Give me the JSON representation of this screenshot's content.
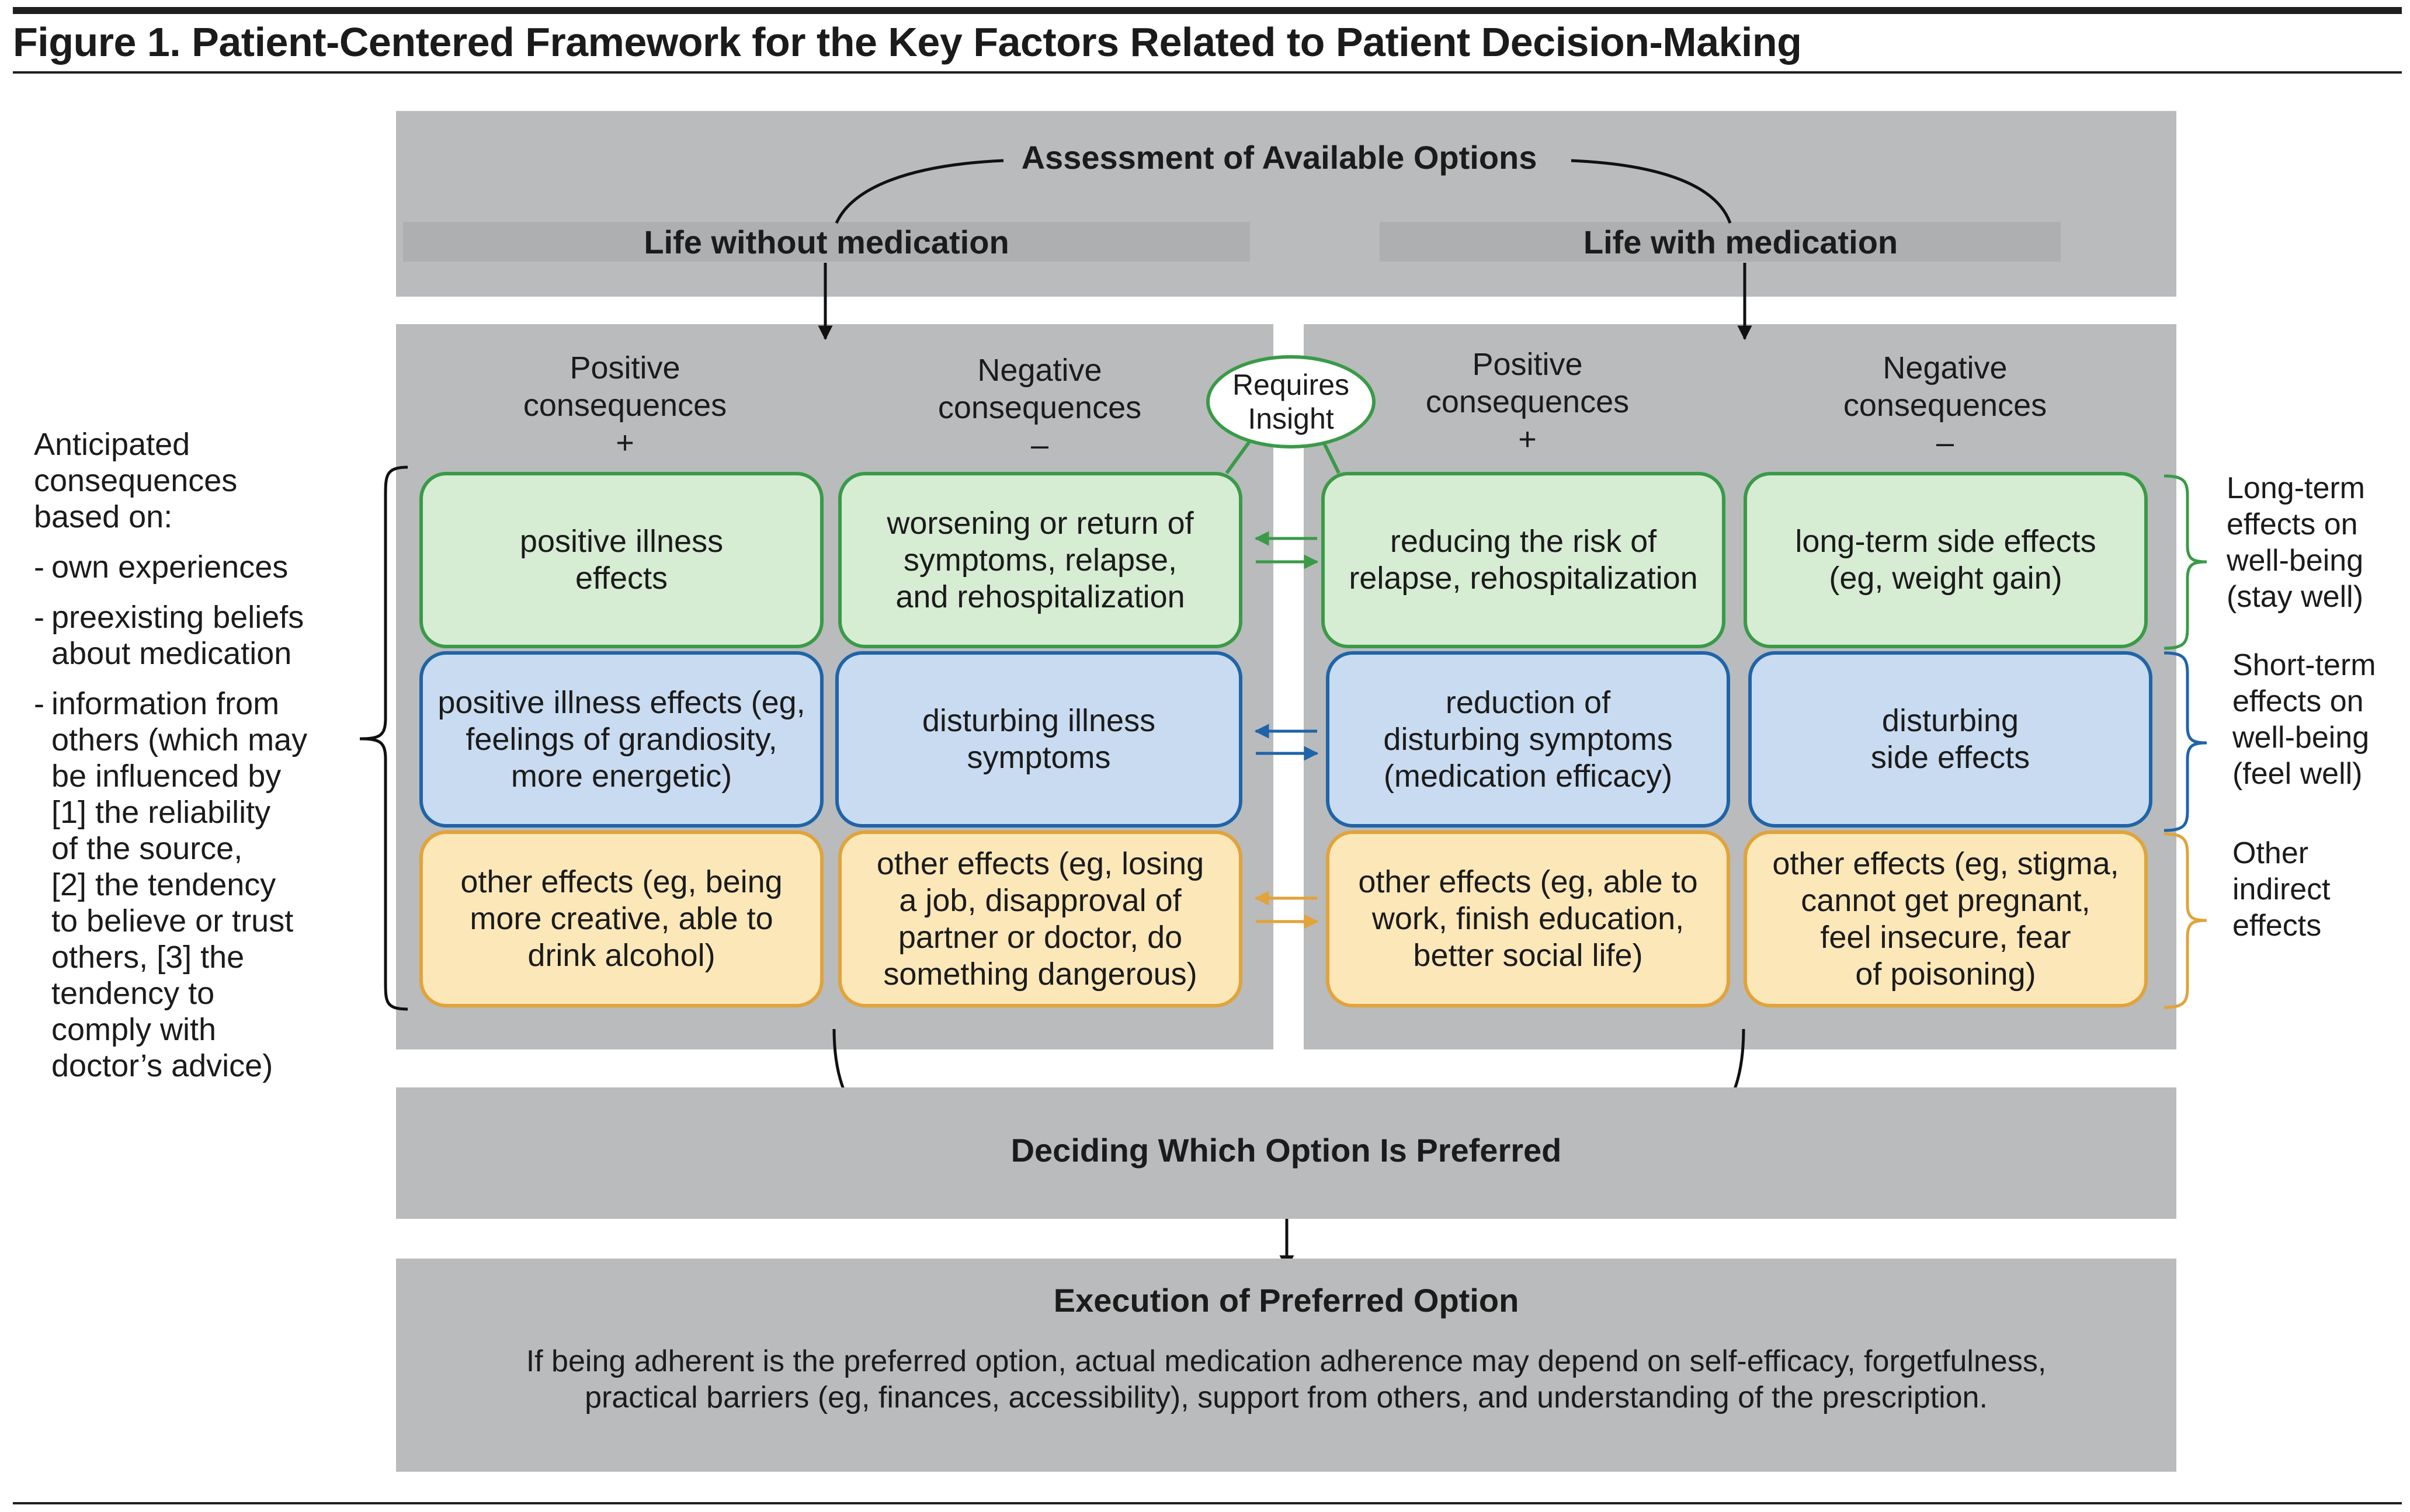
{
  "title": "Figure 1. Patient-Centered Framework for the Key Factors Related to Patient Decision-Making",
  "assessment": {
    "title": "Assessment of Available Options",
    "left_option": "Life without medication",
    "right_option": "Life with medication"
  },
  "insight_bubble": [
    "Requires",
    "Insight"
  ],
  "left_panel": {
    "positive_header": [
      "Positive",
      "consequences",
      "+"
    ],
    "negative_header": [
      "Negative",
      "consequences",
      "–"
    ],
    "boxes": {
      "green_pos": [
        "positive illness",
        "effects"
      ],
      "green_neg": [
        "worsening or return of",
        "symptoms, relapse,",
        "and rehospitalization"
      ],
      "blue_pos": [
        "positive illness effects (eg,",
        "feelings of grandiosity,",
        "more energetic)"
      ],
      "blue_neg": [
        "disturbing illness",
        "symptoms"
      ],
      "yellow_pos": [
        "other effects (eg, being",
        "more creative, able to",
        "drink alcohol)"
      ],
      "yellow_neg": [
        "other effects (eg, losing",
        "a job, disapproval of",
        "partner or doctor, do",
        "something dangerous)"
      ]
    }
  },
  "right_panel": {
    "positive_header": [
      "Positive",
      "consequences",
      "+"
    ],
    "negative_header": [
      "Negative",
      "consequences",
      "–"
    ],
    "boxes": {
      "green_pos": [
        "reducing the risk of",
        "relapse, rehospitalization"
      ],
      "green_neg": [
        "long-term side effects",
        "(eg, weight gain)"
      ],
      "blue_pos": [
        "reduction of",
        "disturbing symptoms",
        "(medication efficacy)"
      ],
      "blue_neg": [
        "disturbing",
        "side effects"
      ],
      "yellow_pos": [
        "other effects (eg, able to",
        "work, finish education,",
        "better social life)"
      ],
      "yellow_neg": [
        "other effects (eg, stigma,",
        "cannot get pregnant,",
        "feel insecure, fear",
        "of poisoning)"
      ]
    }
  },
  "left_sidebar": {
    "intro": [
      "Anticipated",
      "consequences",
      "based on:"
    ],
    "items": [
      [
        "own experiences"
      ],
      [
        "preexisting beliefs",
        "about medication"
      ],
      [
        "information from",
        "others (which may",
        "be influenced by",
        "[1] the reliability",
        "of the source,",
        "[2] the tendency",
        "to believe or trust",
        "others, [3] the",
        "tendency to",
        "comply with",
        "doctor’s advice)"
      ]
    ]
  },
  "right_labels": {
    "long_term": [
      "Long-term",
      "effects on",
      "well-being",
      "(stay well)"
    ],
    "short_term": [
      "Short-term",
      "effects on",
      "well-being",
      "(feel well)"
    ],
    "indirect": [
      "Other",
      "indirect",
      "effects"
    ]
  },
  "decision": {
    "title": "Deciding Which Option Is Preferred"
  },
  "execution": {
    "title": "Execution of Preferred Option",
    "text": [
      "If being adherent is the preferred option, actual medication adherence may depend on self-efficacy, forgetfulness,",
      "practical barriers (eg, finances, accessibility), support from others, and understanding of the prescription."
    ]
  },
  "colors": {
    "green_border": "#3a9a48",
    "green_fill": "#d6ecd3",
    "blue_border": "#1f64a8",
    "blue_fill": "#c8dbf0",
    "yellow_border": "#e1a33a",
    "yellow_fill": "#fce7b8",
    "panel_gray": "#b9bbbc"
  }
}
